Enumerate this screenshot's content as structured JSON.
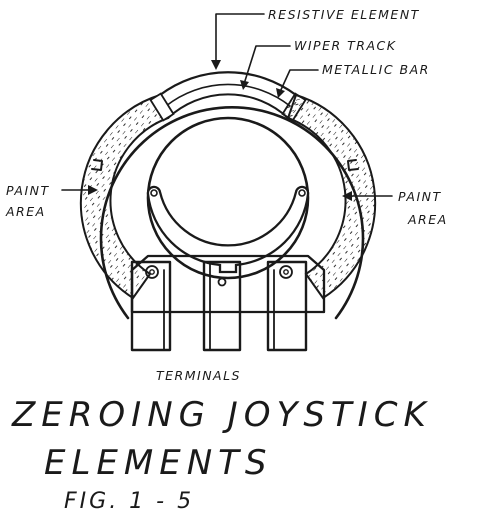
{
  "labels": {
    "resistive_element": "RESISTIVE ELEMENT",
    "wiper_track": "WIPER TRACK",
    "metallic_bar": "METALLIC BAR",
    "paint_area_left_1": "PAINT",
    "paint_area_left_2": "AREA",
    "paint_area_right_1": "PAINT",
    "paint_area_right_2": "AREA",
    "terminals": "TERMINALS"
  },
  "caption": {
    "line1": "ZEROING  JOYSTICK",
    "line2": "ELEMENTS",
    "figure_number": "FIG. 1 - 5"
  },
  "colors": {
    "ink": "#1a1a1a",
    "paper": "#ffffff"
  }
}
